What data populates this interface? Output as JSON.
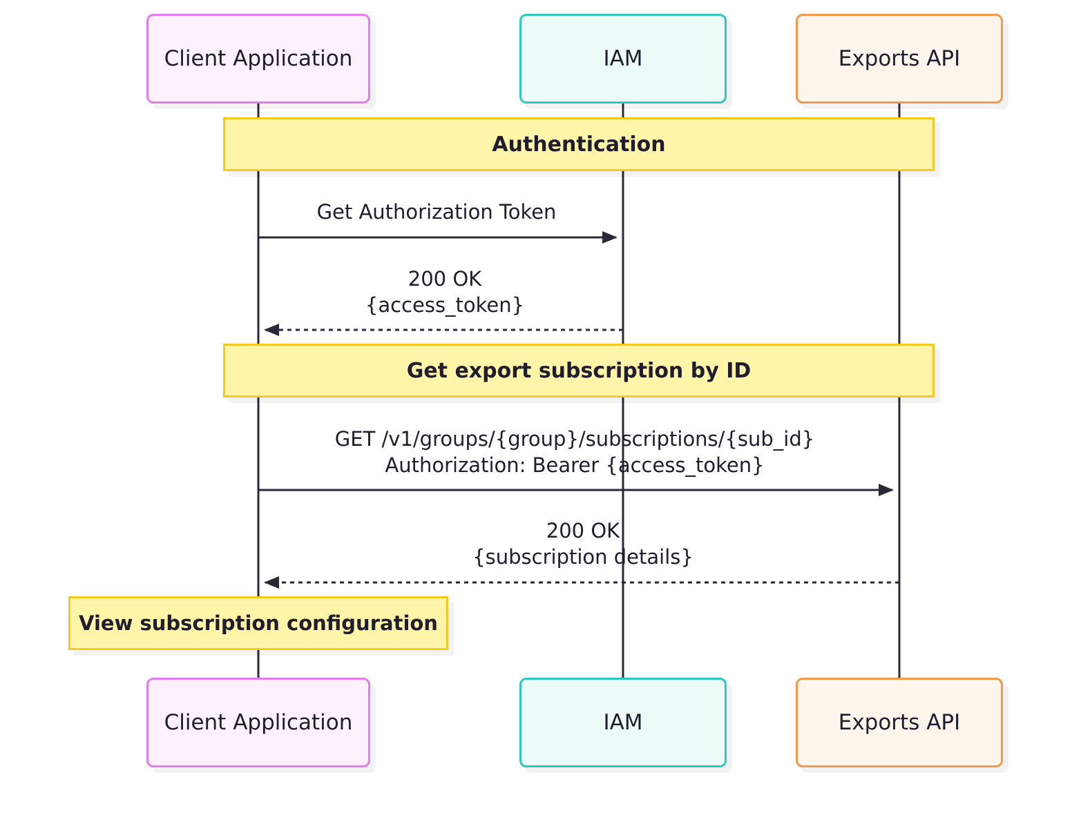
{
  "participants": [
    {
      "name": "Client Application",
      "border": "#e27cf0",
      "fill": "#fdf1fd"
    },
    {
      "name": "IAM",
      "border": "#2ec9bd",
      "fill": "#ecfbf8"
    },
    {
      "name": "Exports API",
      "border": "#f5984a",
      "fill": "#fef6ec"
    }
  ],
  "notes": [
    {
      "text": "Authentication"
    },
    {
      "text": "Get export subscription by ID"
    },
    {
      "text": "View subscription configuration"
    }
  ],
  "messages": [
    {
      "from": "Client Application",
      "to": "IAM",
      "style": "solid",
      "lines": [
        "Get Authorization Token"
      ]
    },
    {
      "from": "IAM",
      "to": "Client Application",
      "style": "dashed",
      "lines": [
        "200 OK",
        "{access_token}"
      ]
    },
    {
      "from": "Client Application",
      "to": "Exports API",
      "style": "solid",
      "lines": [
        "GET /v1/groups/{group}/subscriptions/{sub_id}",
        "Authorization: Bearer {access_token}"
      ]
    },
    {
      "from": "Exports API",
      "to": "Client Application",
      "style": "dashed",
      "lines": [
        "200 OK",
        "{subscription details}"
      ]
    }
  ],
  "colors": {
    "line": "#2b2838",
    "note_border": "#f6c822",
    "note_fill": "#fef5a8"
  }
}
